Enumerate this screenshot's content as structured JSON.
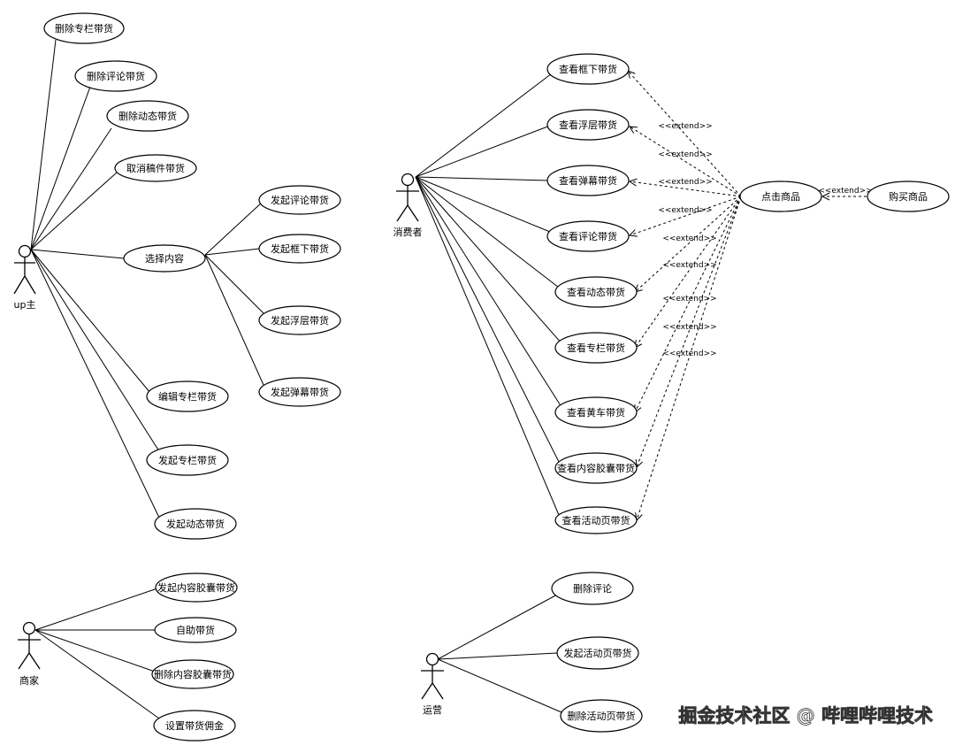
{
  "actors": {
    "up": "up主",
    "consumer": "消费者",
    "merchant": "商家",
    "ops": "运营"
  },
  "usecases": {
    "del_column": "删除专栏带货",
    "del_comment": "删除评论带货",
    "del_dynamic": "删除动态带货",
    "cancel_draft": "取消稿件带货",
    "select_content": "选择内容",
    "launch_comment": "发起评论带货",
    "launch_frame": "发起框下带货",
    "launch_float": "发起浮层带货",
    "launch_danmaku": "发起弹幕带货",
    "edit_column": "编辑专栏带货",
    "launch_column": "发起专栏带货",
    "launch_dynamic": "发起动态带货",
    "view_frame": "查看框下带货",
    "view_float": "查看浮层带货",
    "view_danmaku": "查看弹幕带货",
    "view_comment": "查看评论带货",
    "view_dynamic": "查看动态带货",
    "view_column": "查看专栏带货",
    "view_cart": "查看黄车带货",
    "view_capsule": "查看内容胶囊带货",
    "view_activity": "查看活动页带货",
    "click_item": "点击商品",
    "buy_item": "购买商品",
    "m_launch_capsule": "发起内容胶囊带货",
    "m_self": "自助带货",
    "m_del_capsule": "删除内容胶囊带货",
    "m_commission": "设置带货佣金",
    "o_del_comment": "删除评论",
    "o_launch_activity": "发起活动页带货",
    "o_del_activity": "删除活动页带货"
  },
  "stereotype": "<<extend>>",
  "watermark": "掘金技术社区 @ 哔哩哔哩技术"
}
